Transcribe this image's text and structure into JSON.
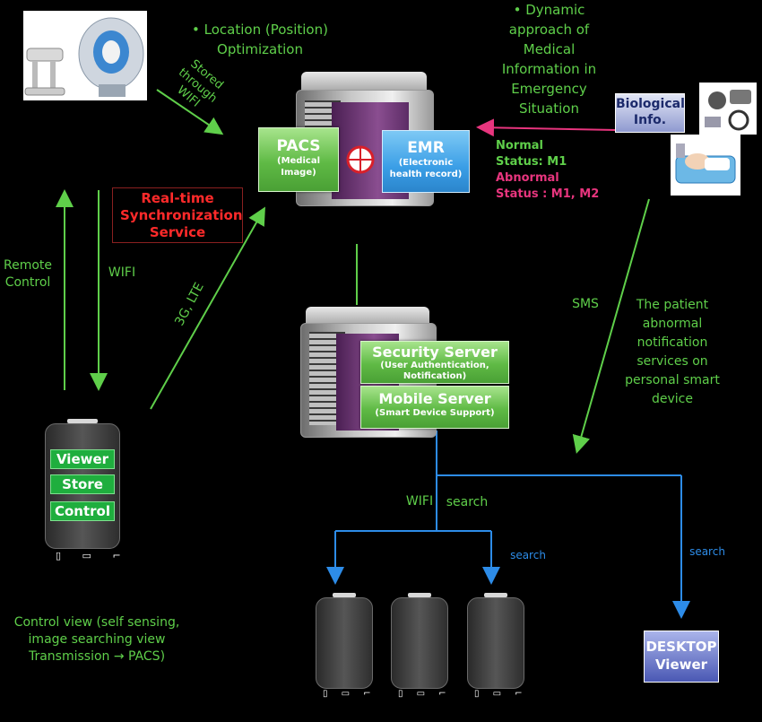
{
  "top_bullet_left": "Location (Position) Optimization",
  "top_bullet_right": "Dynamic approach of Medical Information in Emergency Situation",
  "stored_label": "Stored through WIFI",
  "pacs": {
    "title": "PACS",
    "sub": "(Medical Image)"
  },
  "emr": {
    "title": "EMR",
    "sub": "(Electronic health record)"
  },
  "realtime": "Real-time Synchronization Service",
  "biological": "Biological Info.",
  "status": {
    "normal": "Normal",
    "normal_val": "Status: M1",
    "abnormal": "Abnormal",
    "abnormal_val": "Status : M1, M2"
  },
  "remote_control": "Remote Control",
  "wifi_left": "WIFI",
  "lte": "3G, LTE",
  "sms": "SMS",
  "notification": "The patient abnormal notification services on personal smart device",
  "security_server": {
    "title": "Security Server",
    "sub": "(User Authentication, Notification)"
  },
  "mobile_server": {
    "title": "Mobile Server",
    "sub": "(Smart Device Support)"
  },
  "phone_buttons": [
    "Viewer",
    "Store",
    "Control"
  ],
  "phone_keys": "▯ ▭ ⌐",
  "wifi_bottom": "WIFI",
  "search_green": "search",
  "search_blue_1": "search",
  "search_blue_2": "search",
  "desktop": "DESKTOP Viewer",
  "control_view": "Control view (self sensing, image searching view Transmission → PACS)",
  "colors": {
    "green": "#5fcf4a",
    "pink": "#e8357e",
    "blue": "#2d8ce8",
    "red": "#ff2a2a"
  }
}
